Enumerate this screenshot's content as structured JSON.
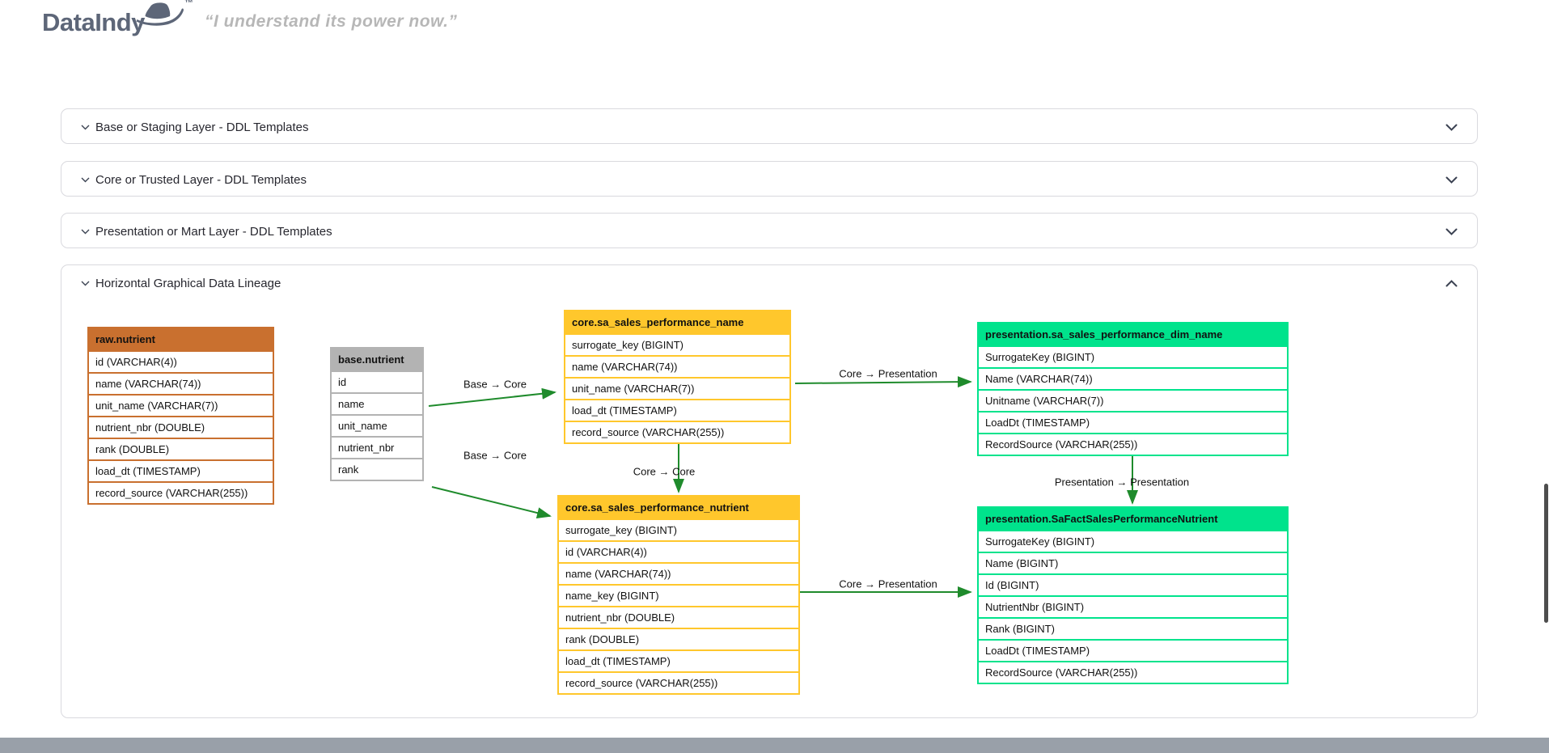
{
  "brand": {
    "logo_text": "DataIndy",
    "trademark": "™",
    "tagline": "“I understand its power now.”"
  },
  "icons": {
    "header_hat": "fedora-hat-icon",
    "accordion_left": "chevron-down-icon",
    "accordion_collapsed": "chevron-down-icon",
    "accordion_expanded": "chevron-up-icon"
  },
  "colors": {
    "logo": "#5d6678",
    "accent_raw": "#c9702f",
    "accent_base": "#b3b3b3",
    "accent_core": "#ffc72c",
    "accent_presentation": "#00e38c",
    "arrow_green": "#1f8b2c"
  },
  "accordions": [
    {
      "label": "Base or Staging Layer - DDL Templates",
      "state": "collapsed"
    },
    {
      "label": "Core or Trusted Layer - DDL Templates",
      "state": "collapsed"
    },
    {
      "label": "Presentation or Mart Layer - DDL Templates",
      "state": "collapsed"
    },
    {
      "label": "Horizontal Graphical Data Lineage",
      "state": "expanded"
    }
  ],
  "lineage": {
    "tables": [
      {
        "title": "raw.nutrient",
        "accent": "#c9702f",
        "rows": [
          "id (VARCHAR(4))",
          "name (VARCHAR(74))",
          "unit_name (VARCHAR(7))",
          "nutrient_nbr (DOUBLE)",
          "rank (DOUBLE)",
          "load_dt (TIMESTAMP)",
          "record_source (VARCHAR(255))"
        ]
      },
      {
        "title": "base.nutrient",
        "accent": "#b3b3b3",
        "rows": [
          "id",
          "name",
          "unit_name",
          "nutrient_nbr",
          "rank"
        ]
      },
      {
        "title": "core.sa_sales_performance_name",
        "accent": "#ffc72c",
        "rows": [
          "surrogate_key (BIGINT)",
          "name (VARCHAR(74))",
          "unit_name (VARCHAR(7))",
          "load_dt (TIMESTAMP)",
          "record_source (VARCHAR(255))"
        ]
      },
      {
        "title": "core.sa_sales_performance_nutrient",
        "accent": "#ffc72c",
        "rows": [
          "surrogate_key (BIGINT)",
          "id (VARCHAR(4))",
          "name (VARCHAR(74))",
          "name_key (BIGINT)",
          "nutrient_nbr (DOUBLE)",
          "rank (DOUBLE)",
          "load_dt (TIMESTAMP)",
          "record_source (VARCHAR(255))"
        ]
      },
      {
        "title": "presentation.sa_sales_performance_dim_name",
        "accent": "#00e38c",
        "rows": [
          "SurrogateKey (BIGINT)",
          "Name (VARCHAR(74))",
          "Unitname (VARCHAR(7))",
          "LoadDt (TIMESTAMP)",
          "RecordSource (VARCHAR(255))"
        ]
      },
      {
        "title": "presentation.SaFactSalesPerformanceNutrient",
        "accent": "#00e38c",
        "rows": [
          "SurrogateKey (BIGINT)",
          "Name (BIGINT)",
          "Id (BIGINT)",
          "NutrientNbr (BIGINT)",
          "Rank (BIGINT)",
          "LoadDt (TIMESTAMP)",
          "RecordSource (VARCHAR(255))"
        ]
      }
    ],
    "edges": [
      {
        "label": "Base → Core",
        "from": "base.nutrient",
        "to": "core.sa_sales_performance_name"
      },
      {
        "label": "Base → Core",
        "from": "base.nutrient",
        "to": "core.sa_sales_performance_nutrient"
      },
      {
        "label": "Core → Presentation",
        "from": "core.sa_sales_performance_name",
        "to": "presentation.sa_sales_performance_dim_name"
      },
      {
        "label": "Core → Core",
        "from": "core.sa_sales_performance_name",
        "to": "core.sa_sales_performance_nutrient"
      },
      {
        "label": "Presentation → Presentation",
        "from": "presentation.sa_sales_performance_dim_name",
        "to": "presentation.SaFactSalesPerformanceNutrient"
      },
      {
        "label": "Core → Presentation",
        "from": "core.sa_sales_performance_nutrient",
        "to": "presentation.SaFactSalesPerformanceNutrient"
      }
    ]
  }
}
